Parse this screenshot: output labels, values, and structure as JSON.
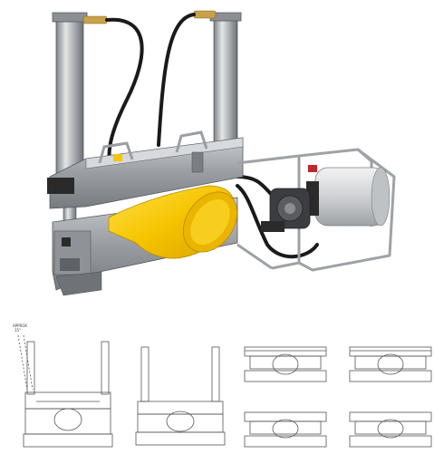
{
  "photo": {
    "subject_icon": "hydraulic-pipe-clamp-icon",
    "colors": {
      "steel": "#a9acb0",
      "steel_dark": "#6f7378",
      "liner": "#f7c800",
      "hose": "#1a1a1a",
      "fitting": "#c9a14a",
      "tank": "#d9dadc",
      "tank_cap": "#c0282a"
    }
  },
  "drawings": {
    "annotation": {
      "line1": "APPROX",
      "line2": "15°"
    },
    "views": [
      {
        "name": "front-view-tilted"
      },
      {
        "name": "front-view-upright"
      },
      {
        "name": "section-view-a"
      },
      {
        "name": "section-view-b"
      },
      {
        "name": "section-view-c"
      },
      {
        "name": "section-view-d"
      }
    ]
  }
}
